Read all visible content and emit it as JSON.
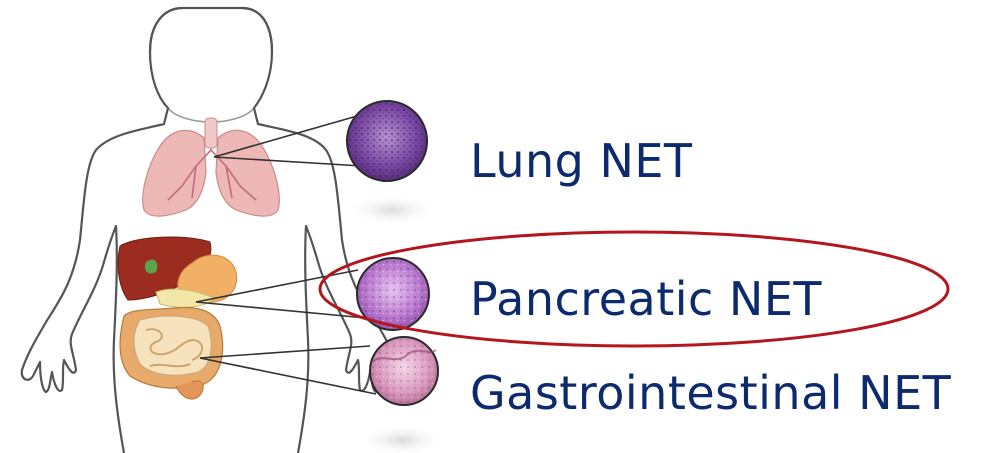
{
  "labels": {
    "lung": "Lung NET",
    "pancreatic": "Pancreatic NET",
    "gastrointestinal": "Gastrointestinal NET"
  },
  "highlighted": "pancreatic",
  "colors": {
    "label_text": "#0d2a6e",
    "highlight_ring": "#b3161c",
    "body_outline": "#555555",
    "lung_tissue": "#7a3d99",
    "pancreatic_tissue": "#b470c8",
    "gi_tissue": "#d98fb4"
  }
}
